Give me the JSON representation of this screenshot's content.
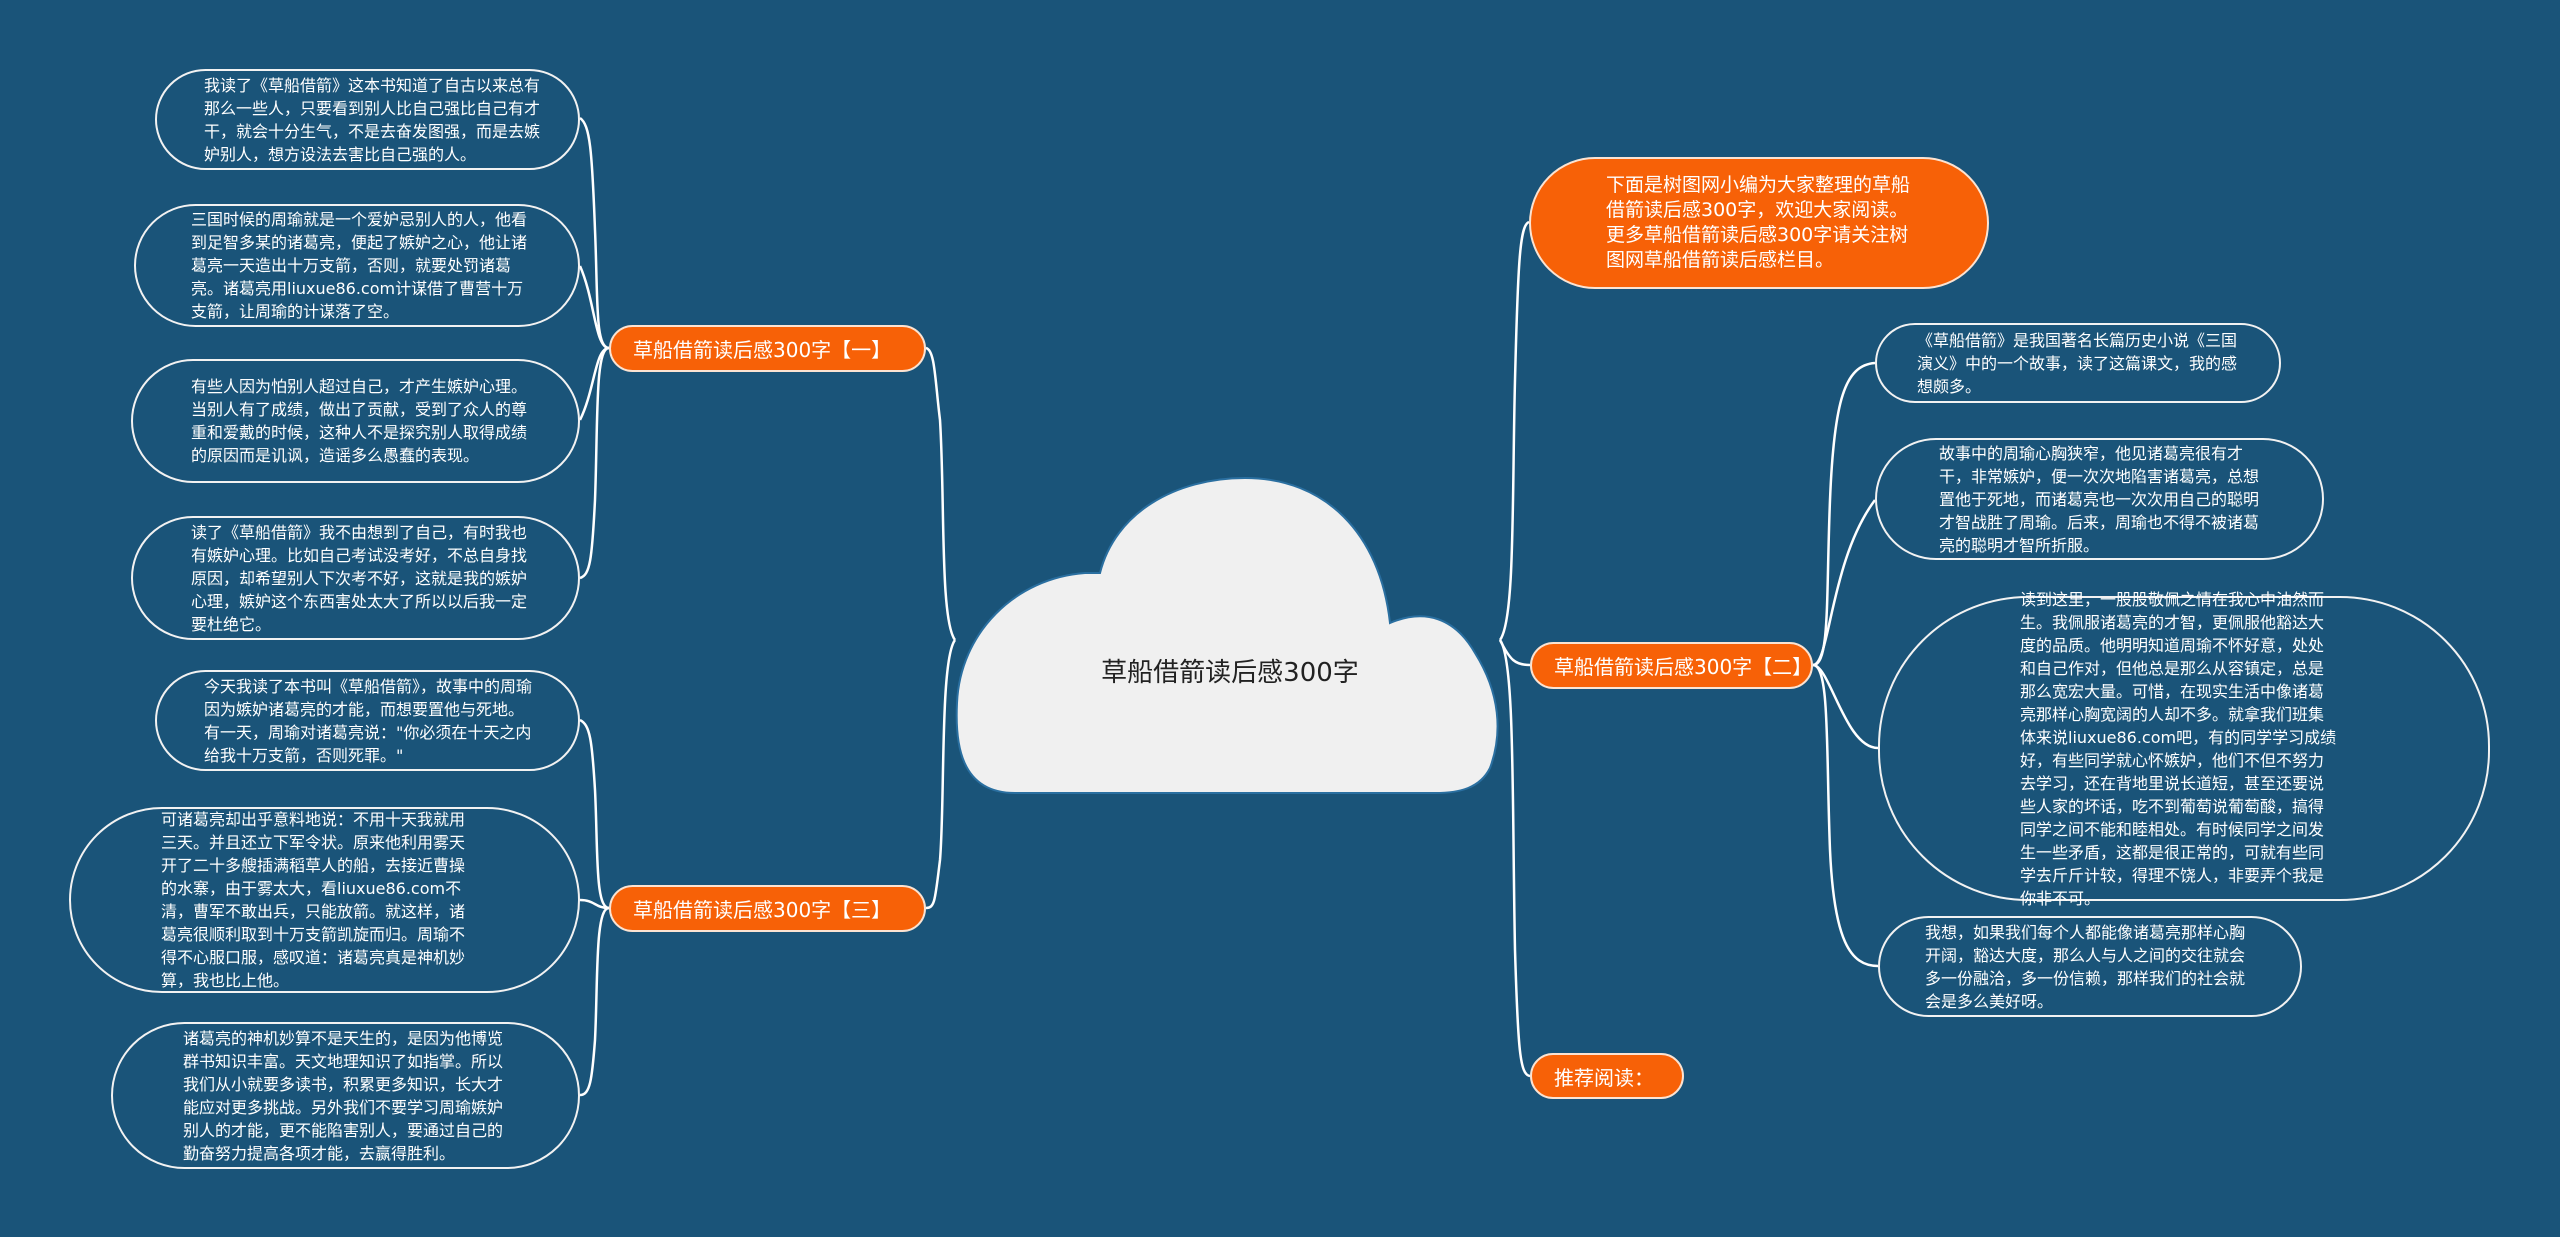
{
  "central": {
    "title": "草船借箭读后感300字"
  },
  "colors": {
    "background": "#1a5479",
    "accent": "#f76107",
    "cloud": "#f0f0f0"
  },
  "left": {
    "branch1": {
      "label": "草船借箭读后感300字【一】",
      "leaves": [
        "我读了《草船借箭》这本书知道了自古以来总有那么一些人，只要看到别人比自己强比自己有才干，就会十分生气，不是去奋发图强，而是去嫉妒别人，想方设法去害比自己强的人。",
        "三国时候的周瑜就是一个爱妒忌别人的人，他看到足智多某的诸葛亮，便起了嫉妒之心，他让诸葛亮一天造出十万支箭，否则，就要处罚诸葛亮。诸葛亮用liuxue86.com计谋借了曹营十万支箭，让周瑜的计谋落了空。",
        "有些人因为怕别人超过自己，才产生嫉妒心理。当别人有了成绩，做出了贡献，受到了众人的尊重和爱戴的时候，这种人不是探究别人取得成绩的原因而是讥讽，造谣多么愚蠢的表现。",
        "读了《草船借箭》我不由想到了自己，有时我也有嫉妒心理。比如自己考试没考好，不总自身找原因，却希望别人下次考不好，这就是我的嫉妒心理，嫉妒这个东西害处太大了所以以后我一定要杜绝它。"
      ]
    },
    "branch3": {
      "label": "草船借箭读后感300字【三】",
      "leaves": [
        "今天我读了本书叫《草船借箭》，故事中的周瑜因为嫉妒诸葛亮的才能，而想要置他与死地。有一天，周瑜对诸葛亮说：\"你必须在十天之内给我十万支箭，否则死罪。\"",
        "可诸葛亮却出乎意料地说：不用十天我就用三天。并且还立下军令状。原来他利用雾天开了二十多艘插满稻草人的船，去接近曹操的水寨，由于雾太大，看liuxue86.com不清，曹军不敢出兵，只能放箭。就这样，诸葛亮很顺利取到十万支箭凯旋而归。周瑜不得不心服口服，感叹道：诸葛亮真是神机妙算，我也比上他。",
        "诸葛亮的神机妙算不是天生的，是因为他博览群书知识丰富。天文地理知识了如指掌。所以我们从小就要多读书，积累更多知识，长大才能应对更多挑战。另外我们不要学习周瑜嫉妒别人的才能，更不能陷害别人，要通过自己的勤奋努力提高各项才能，去赢得胜利。"
      ]
    }
  },
  "right": {
    "intro": "下面是树图网小编为大家整理的草船借箭读后感300字，欢迎大家阅读。更多草船借箭读后感300字请关注树图网草船借箭读后感栏目。",
    "branch2": {
      "label": "草船借箭读后感300字【二】",
      "leaves": [
        "《草船借箭》是我国著名长篇历史小说《三国演义》中的一个故事，读了这篇课文，我的感想颇多。",
        "故事中的周瑜心胸狭窄，他见诸葛亮很有才干，非常嫉妒，便一次次地陷害诸葛亮，总想置他于死地，而诸葛亮也一次次用自己的聪明才智战胜了周瑜。后来，周瑜也不得不被诸葛亮的聪明才智所折服。",
        "读到这里，一股股敬佩之情在我心中油然而生。我佩服诸葛亮的才智，更佩服他豁达大度的品质。他明明知道周瑜不怀好意，处处和自己作对，但他总是那么从容镇定，总是那么宽宏大量。可惜，在现实生活中像诸葛亮那样心胸宽阔的人却不多。就拿我们班集体来说liuxue86.com吧，有的同学学习成绩好，有些同学就心怀嫉妒，他们不但不努力去学习，还在背地里说长道短，甚至还要说些人家的坏话，吃不到葡萄说葡萄酸，搞得同学之间不能和睦相处。有时候同学之间发生一些矛盾，这都是很正常的，可就有些同学去斤斤计较，得理不饶人，非要弄个我是你非不可。",
        "我想，如果我们每个人都能像诸葛亮那样心胸开阔，豁达大度，那么人与人之间的交往就会多一份融洽，多一份信赖，那样我们的社会就会是多么美好呀。"
      ]
    },
    "recommend": "推荐阅读："
  }
}
